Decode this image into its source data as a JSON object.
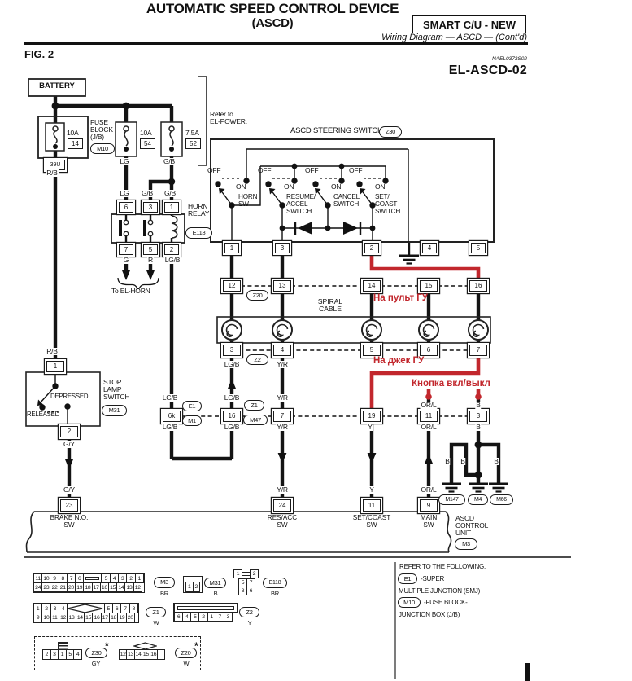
{
  "header": {
    "title_line1": "AUTOMATIC SPEED CONTROL DEVICE",
    "title_line2": "(ASCD)",
    "badge": "SMART C/U - NEW",
    "subtitle": "Wiring Diagram — ASCD — (Cont'd)",
    "figure": "FIG. 2",
    "doc_code": "NAEL0373S02",
    "diagram_id": "EL-ASCD-02"
  },
  "battery_label": "BATTERY",
  "refer_note": [
    "Refer to",
    "EL-POWER."
  ],
  "fuse_block": {
    "lines": [
      "FUSE",
      "BLOCK",
      "(J/B)"
    ],
    "conn": "M10",
    "amp": "10A",
    "num": "14",
    "pin": "39U"
  },
  "fuse2": {
    "amp": "10A",
    "num": "54"
  },
  "fuse3": {
    "amp": "7.5A",
    "num": "52"
  },
  "horn_relay": {
    "lines": [
      "HORN",
      "RELAY"
    ],
    "conn": "E118",
    "top_pins": [
      "6",
      "3",
      "1"
    ],
    "bottom_pins": [
      "7",
      "5",
      "2"
    ]
  },
  "to_el_horn": "To EL-HORN",
  "ss": {
    "title": "ASCD STEERING SWITCH",
    "conn": "Z30",
    "off": "OFF",
    "on": "ON",
    "sw1": [
      "HORN",
      "SW"
    ],
    "sw2": [
      "RESUME/",
      "ACCEL",
      "SWITCH"
    ],
    "sw3": [
      "CANCEL",
      "SWITCH"
    ],
    "sw4": [
      "SET/",
      "COAST",
      "SWITCH"
    ],
    "pins": [
      "1",
      "3",
      "2",
      "4",
      "5"
    ]
  },
  "spiral": [
    "SPIRAL",
    "CABLE"
  ],
  "rows": {
    "top": [
      "12",
      "13",
      "14",
      "15",
      "16"
    ],
    "top_conn": "Z20",
    "bottom": [
      "3",
      "4",
      "5",
      "6",
      "7"
    ],
    "bottom_conn": "Z2",
    "mid": [
      "6k",
      "16",
      "7",
      "19",
      "11",
      "3"
    ],
    "mid_conns": [
      "E1",
      "M1",
      "Z1",
      "M47"
    ]
  },
  "stop_lamp": {
    "lines": [
      "STOP",
      "LAMP",
      "SWITCH"
    ],
    "conn": "M31",
    "depressed": "DEPRESSED",
    "released": "RELEASED",
    "pin_top": "1",
    "pin_bot": "2"
  },
  "cu": {
    "lines": [
      "ASCD",
      "CONTROL",
      "UNIT"
    ],
    "conn": "M3",
    "pins": [
      "23",
      "24",
      "11",
      "9"
    ],
    "labels": [
      [
        "BRAKE N.O.",
        "SW"
      ],
      [
        "RES/ACC",
        "SW"
      ],
      [
        "SET/COAST",
        "SW"
      ],
      [
        "MAIN",
        "SW"
      ]
    ]
  },
  "grounds": [
    "M147",
    "M4",
    "M66"
  ],
  "red_notes": [
    "На пульт ГУ",
    "На джек ГУ",
    "Кнопка вкл/выкл"
  ],
  "red_color": "#c2272d",
  "wire_labels": [
    "R/B",
    "LG",
    "G/B",
    "LG",
    "G/B",
    "G/B",
    "G",
    "R",
    "LG/B",
    "LG/B",
    "Y/R",
    "LG/B",
    "LG/B",
    "Y/R",
    "OR/L",
    "B",
    "LG/B",
    "LG/B",
    "Y/R",
    "Y",
    "OR/L",
    "B",
    "G/Y",
    "B",
    "B",
    "B",
    "G/Y",
    "Y/R",
    "Y",
    "OR/L",
    "R/B"
  ],
  "legend": {
    "m3": {
      "top_left": [
        "11",
        "10",
        "9",
        "8",
        "7",
        "6"
      ],
      "top_right": [
        "5",
        "4",
        "3",
        "2",
        "1"
      ],
      "bottom": [
        "24",
        "23",
        "22",
        "21",
        "20",
        "19",
        "18",
        "17",
        "16",
        "15",
        "14",
        "13",
        "12"
      ],
      "conn": "M3",
      "color": "BR"
    },
    "m31": {
      "cells": [
        "1",
        "2"
      ],
      "conn": "M31",
      "color": "B"
    },
    "e118": {
      "top": [
        "1",
        "2"
      ],
      "row1": [
        "5",
        "7"
      ],
      "row2": [
        "3",
        "6"
      ],
      "conn": "E118",
      "color": "BR"
    },
    "z1": {
      "top_left": [
        "1",
        "2",
        "3",
        "4"
      ],
      "top_right": [
        "5",
        "6",
        "7",
        "8"
      ],
      "bottom": [
        "9",
        "10",
        "11",
        "12",
        "13",
        "14",
        "15",
        "16",
        "17",
        "18",
        "19",
        "20"
      ],
      "conn": "Z1",
      "color": "W"
    },
    "z2": {
      "cells": [
        "6",
        "4",
        "5",
        "2",
        "1",
        "7",
        "3"
      ],
      "conn": "Z2",
      "color": "Y"
    },
    "z30": {
      "cells": [
        "2",
        "3",
        "1",
        "5",
        "4"
      ],
      "conn": "Z30",
      "color": "GY",
      "star": "*"
    },
    "z20": {
      "cells": [
        "12",
        "13",
        "14",
        "15",
        "16",
        ""
      ],
      "conn": "Z20",
      "color": "W",
      "star": "*"
    },
    "notes": {
      "title": "REFER TO THE FOLLOWING.",
      "e1": "E1",
      "e1_text": "-SUPER",
      "line2": "MULTIPLE JUNCTION (SMJ)",
      "m10": "M10",
      "m10_text": "-FUSE BLOCK-",
      "line4": "JUNCTION BOX (J/B)"
    }
  }
}
